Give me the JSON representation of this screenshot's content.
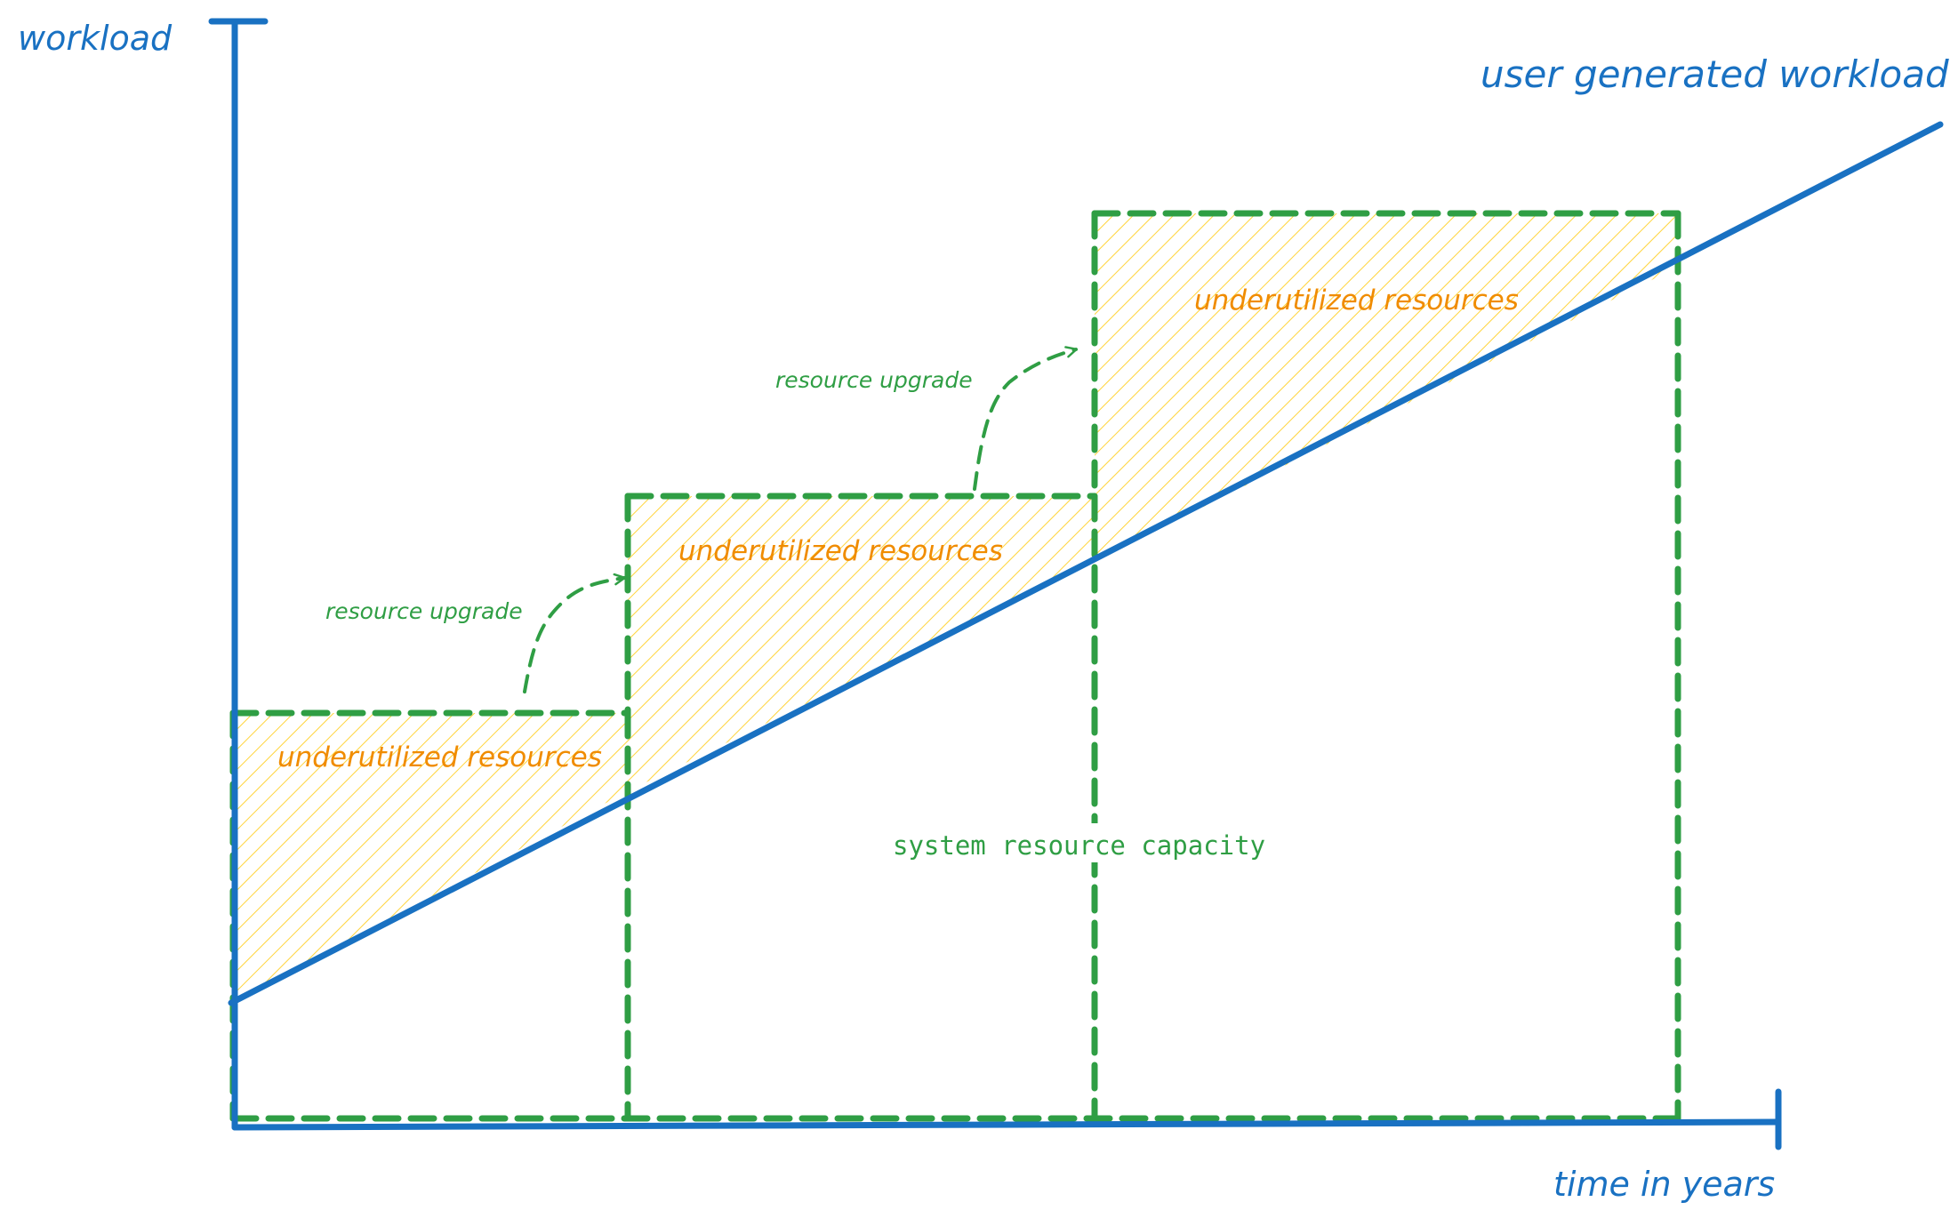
{
  "colors": {
    "axis": "#1971c2",
    "capacity": "#2f9e44",
    "underutilized_text": "#f08c00",
    "underutilized_fill": "#ffd43b",
    "background": "#ffffff"
  },
  "axes": {
    "y_label": "workload",
    "x_label": "time in years"
  },
  "series": {
    "workload_line_label": "user generated workload",
    "capacity_label": "system resource capacity"
  },
  "regions": [
    {
      "label": "underutilized resources"
    },
    {
      "label": "underutilized resources"
    },
    {
      "label": "underutilized resources"
    }
  ],
  "upgrades": [
    {
      "label": "resource upgrade"
    },
    {
      "label": "resource upgrade"
    }
  ]
}
